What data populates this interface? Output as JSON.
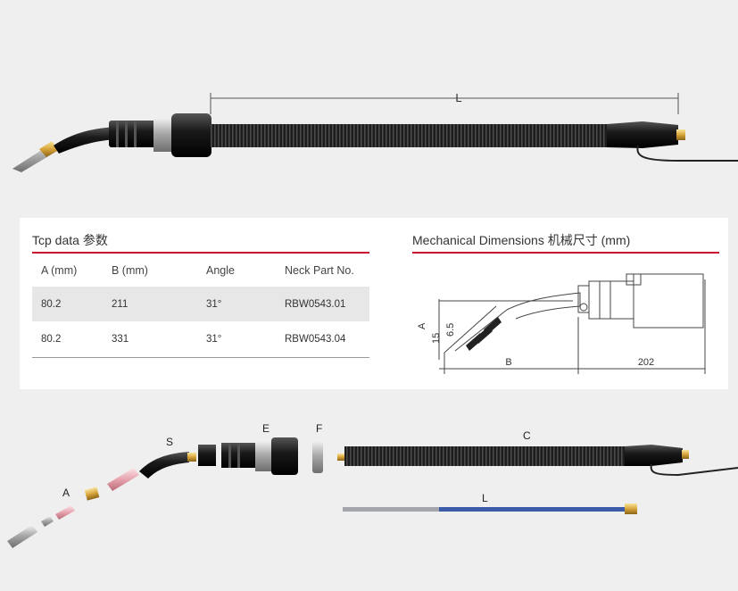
{
  "top_assembly": {
    "dimension_label": "L"
  },
  "tcp": {
    "title": "Tcp data 参数",
    "columns": [
      "A (mm)",
      "B (mm)",
      "Angle",
      "Neck Part No."
    ],
    "rows": [
      [
        "80.2",
        "211",
        "31°",
        "RBW0543.01"
      ],
      [
        "80.2",
        "331",
        "31°",
        "RBW0543.04"
      ]
    ]
  },
  "mech": {
    "title": "Mechanical Dimensions 机械尺寸 (mm)",
    "dim_A": "A",
    "dim_15": "15",
    "dim_65": "6.5",
    "dim_B": "B",
    "dim_202": "202"
  },
  "exploded": {
    "labels": {
      "A": "A",
      "S": "S",
      "E": "E",
      "F": "F",
      "C": "C",
      "L": "L"
    }
  },
  "colors": {
    "accent": "#c8102e",
    "liner": "#3c5ba8",
    "nozzle": "#d4a23a"
  }
}
